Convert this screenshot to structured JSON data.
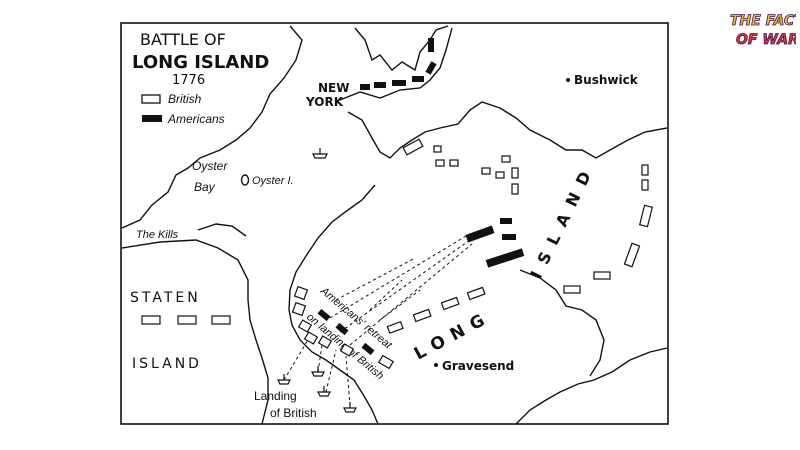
{
  "map": {
    "title_line1": "BATTLE OF",
    "title_line2": "LONG ISLAND",
    "year": "1776",
    "legend": [
      {
        "label": "British",
        "symbol": "open-rectangle"
      },
      {
        "label": "Americans",
        "symbol": "filled-rectangle"
      }
    ],
    "places": {
      "new_york_1": "NEW",
      "new_york_2": "YORK",
      "bushwick": "Bushwick",
      "oyster_bay_1": "Oyster",
      "oyster_bay_2": "Bay",
      "oyster_island": "Oyster I.",
      "the_kills": "The Kills",
      "staten_1": "STATEN",
      "staten_2": "ISLAND",
      "gravesend": "Gravesend",
      "long_word": "LONG",
      "island_word": "ISLAND",
      "landing_1": "Landing",
      "landing_2": "of British",
      "retreat_text": "Americans' retreat",
      "landing_diag_text": "on landing of British"
    },
    "colors": {
      "ink": "#111111",
      "paper": "#ffffff"
    }
  },
  "logo": {
    "line1": "THE FACTS",
    "line2": "OF WAR",
    "colors": {
      "primary": "#f2c21b",
      "secondary": "#e03a2b",
      "outline": "#3a0d5c"
    }
  }
}
